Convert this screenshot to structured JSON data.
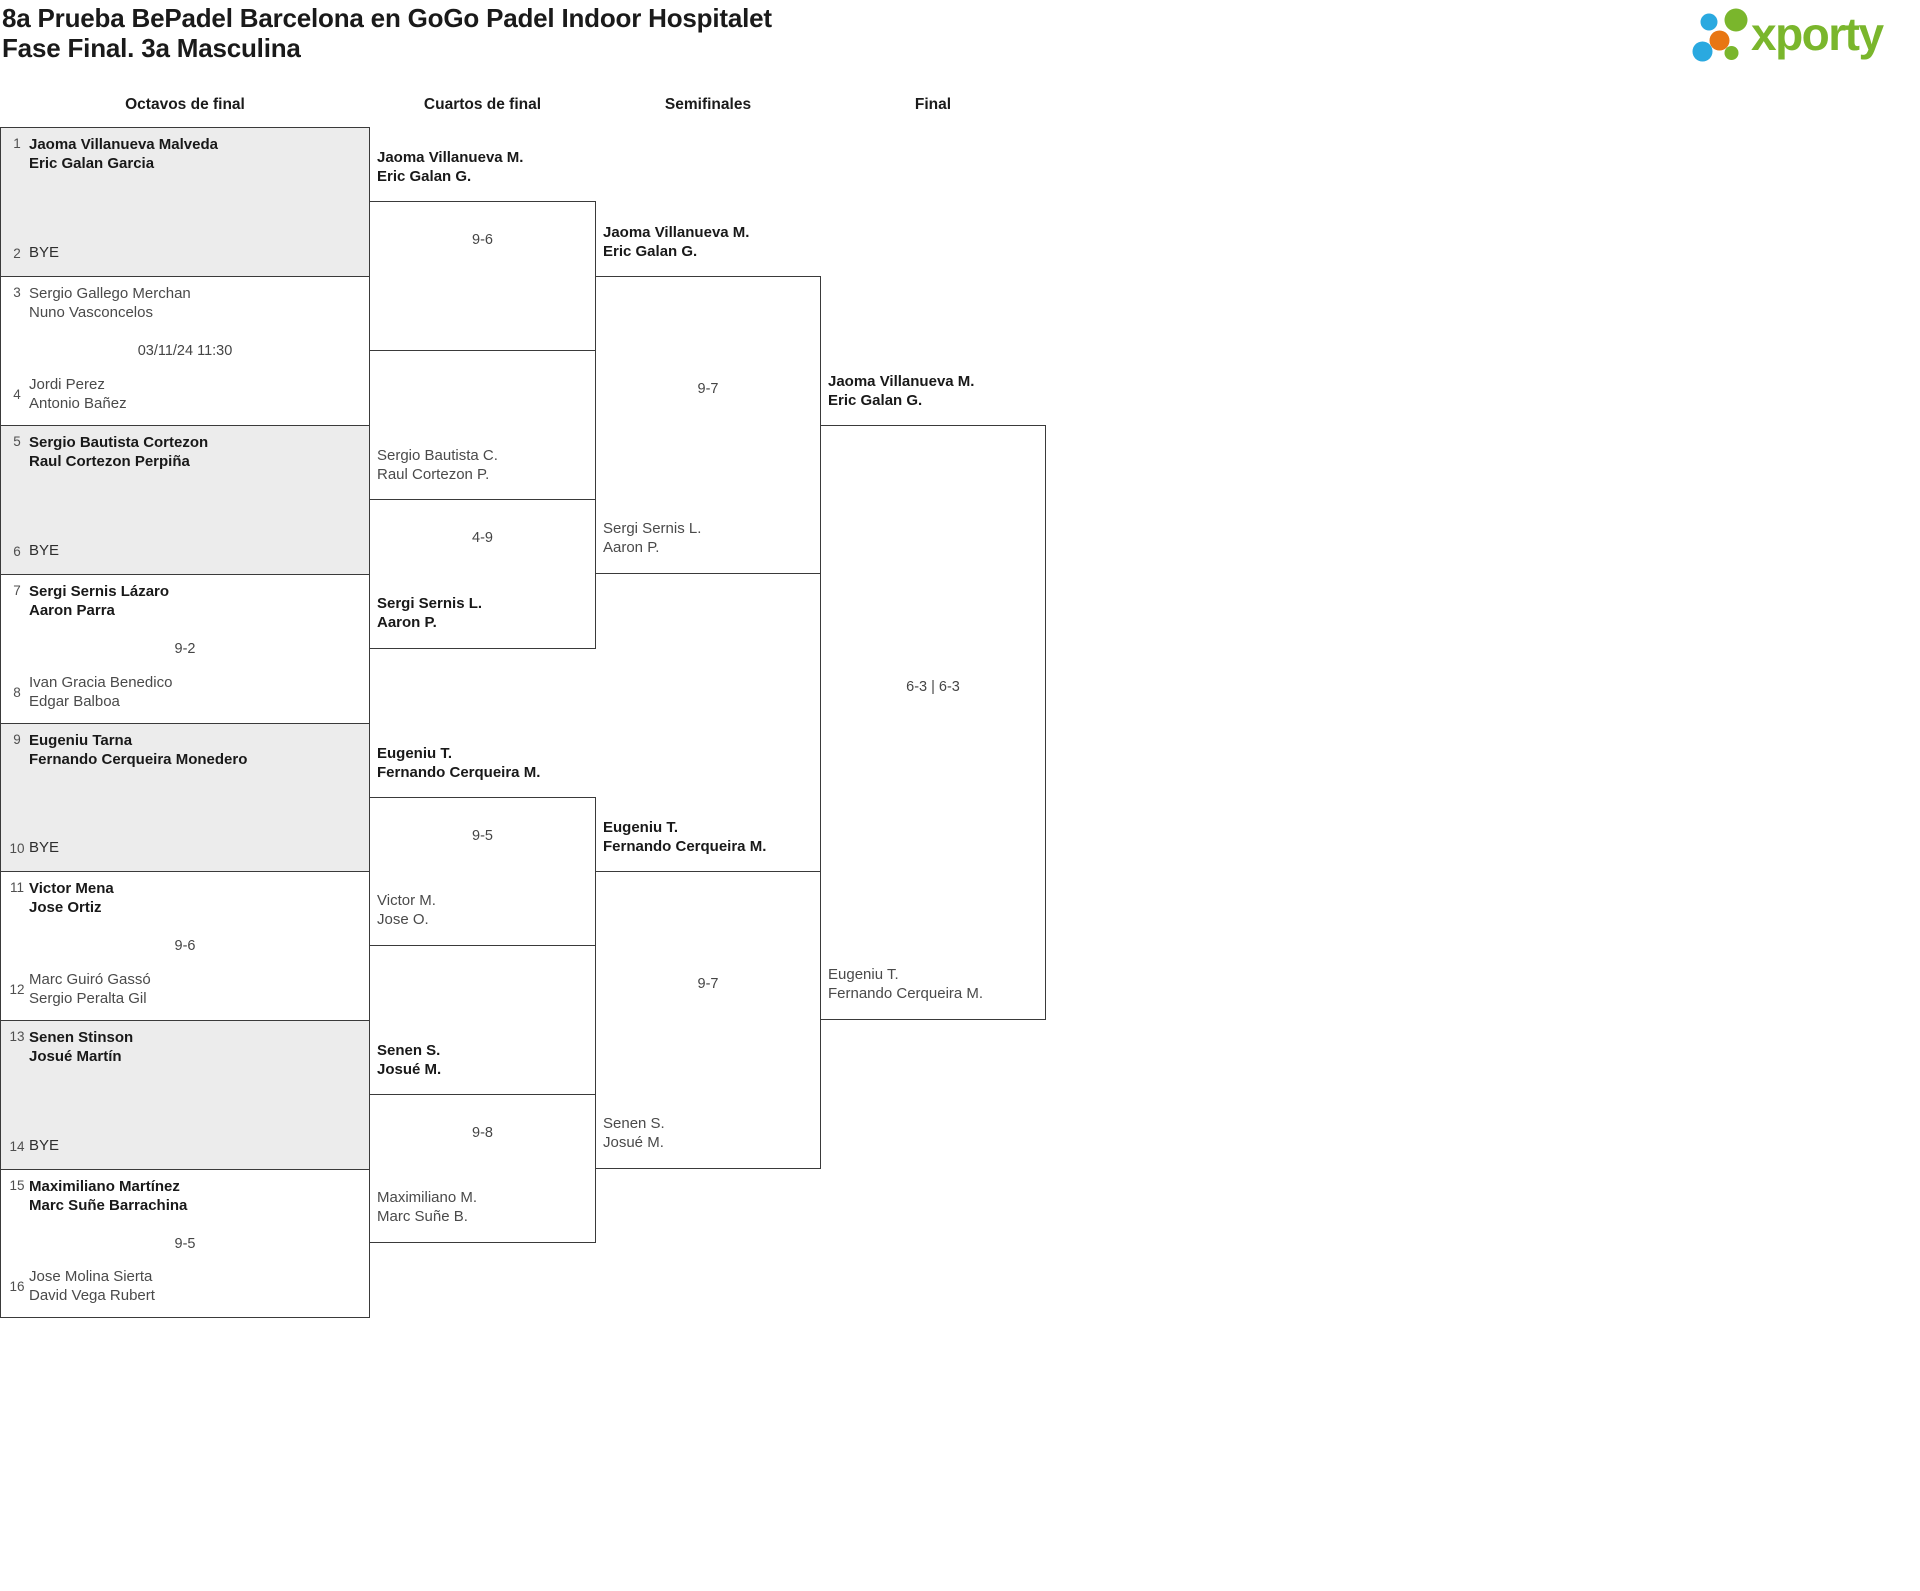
{
  "header": {
    "title_line1": "8a Prueba BePadel Barcelona en GoGo Padel Indoor Hospitalet",
    "title_line2": "Fase Final. 3a Masculina",
    "logo_text": "xporty"
  },
  "brand_colors": {
    "green": "#7ab62c",
    "blue": "#2aa9e0",
    "orange": "#e87613"
  },
  "rounds": {
    "r16": "Octavos de final",
    "qf": "Cuartos de final",
    "sf": "Semifinales",
    "f": "Final"
  },
  "r16": {
    "m1": {
      "n1": "1",
      "t1a": "Jaoma Villanueva Malveda",
      "t1b": "Eric Galan Garcia",
      "n2": "2",
      "bye": "BYE"
    },
    "m2": {
      "n1": "3",
      "t1a": "Sergio Gallego Merchan",
      "t1b": "Nuno Vasconcelos",
      "center": "03/11/24 11:30",
      "n2": "4",
      "t2a": "Jordi Perez",
      "t2b": "Antonio Bañez"
    },
    "m3": {
      "n1": "5",
      "t1a": "Sergio Bautista Cortezon",
      "t1b": "Raul Cortezon Perpiña",
      "n2": "6",
      "bye": "BYE"
    },
    "m4": {
      "n1": "7",
      "t1a": "Sergi Sernis Lázaro",
      "t1b": "Aaron Parra",
      "center": "9-2",
      "n2": "8",
      "t2a": "Ivan Gracia Benedico",
      "t2b": "Edgar Balboa"
    },
    "m5": {
      "n1": "9",
      "t1a": "Eugeniu Tarna",
      "t1b": "Fernando Cerqueira Monedero",
      "n2": "10",
      "bye": "BYE"
    },
    "m6": {
      "n1": "11",
      "t1a": "Victor Mena",
      "t1b": "Jose Ortiz",
      "center": "9-6",
      "n2": "12",
      "t2a": "Marc Guiró Gassó",
      "t2b": "Sergio Peralta Gil"
    },
    "m7": {
      "n1": "13",
      "t1a": "Senen Stinson",
      "t1b": "Josué Martín",
      "n2": "14",
      "bye": "BYE"
    },
    "m8": {
      "n1": "15",
      "t1a": "Maximiliano Martínez",
      "t1b": "Marc Suñe Barrachina",
      "center": "9-5",
      "n2": "16",
      "t2a": "Jose Molina Sierta",
      "t2b": "David Vega Rubert"
    }
  },
  "qf": {
    "m1": {
      "ta1": "Jaoma Villanueva M.",
      "ta2": "Eric Galan G.",
      "score": "9-6"
    },
    "m2": {
      "ta1": "Sergio Bautista C.",
      "ta2": "Raul Cortezon P.",
      "score": "4-9",
      "tb1": "Sergi Sernis L.",
      "tb2": "Aaron P."
    },
    "m3": {
      "ta1": "Eugeniu T.",
      "ta2": "Fernando Cerqueira M.",
      "score": "9-5",
      "tb1": "Victor M.",
      "tb2": "Jose O."
    },
    "m4": {
      "ta1": "Senen S.",
      "ta2": "Josué M.",
      "score": "9-8",
      "tb1": "Maximiliano M.",
      "tb2": "Marc Suñe B."
    }
  },
  "sf": {
    "m1": {
      "ta1": "Jaoma Villanueva M.",
      "ta2": "Eric Galan G.",
      "score": "9-7",
      "tb1": "Sergi Sernis L.",
      "tb2": "Aaron P."
    },
    "m2": {
      "ta1": "Eugeniu T.",
      "ta2": "Fernando Cerqueira M.",
      "score": "9-7",
      "tb1": "Senen S.",
      "tb2": "Josué M."
    }
  },
  "final": {
    "m1": {
      "ta1": "Jaoma Villanueva M.",
      "ta2": "Eric Galan G.",
      "score": "6-3 | 6-3",
      "tb1": "Eugeniu T.",
      "tb2": "Fernando Cerqueira M."
    }
  }
}
